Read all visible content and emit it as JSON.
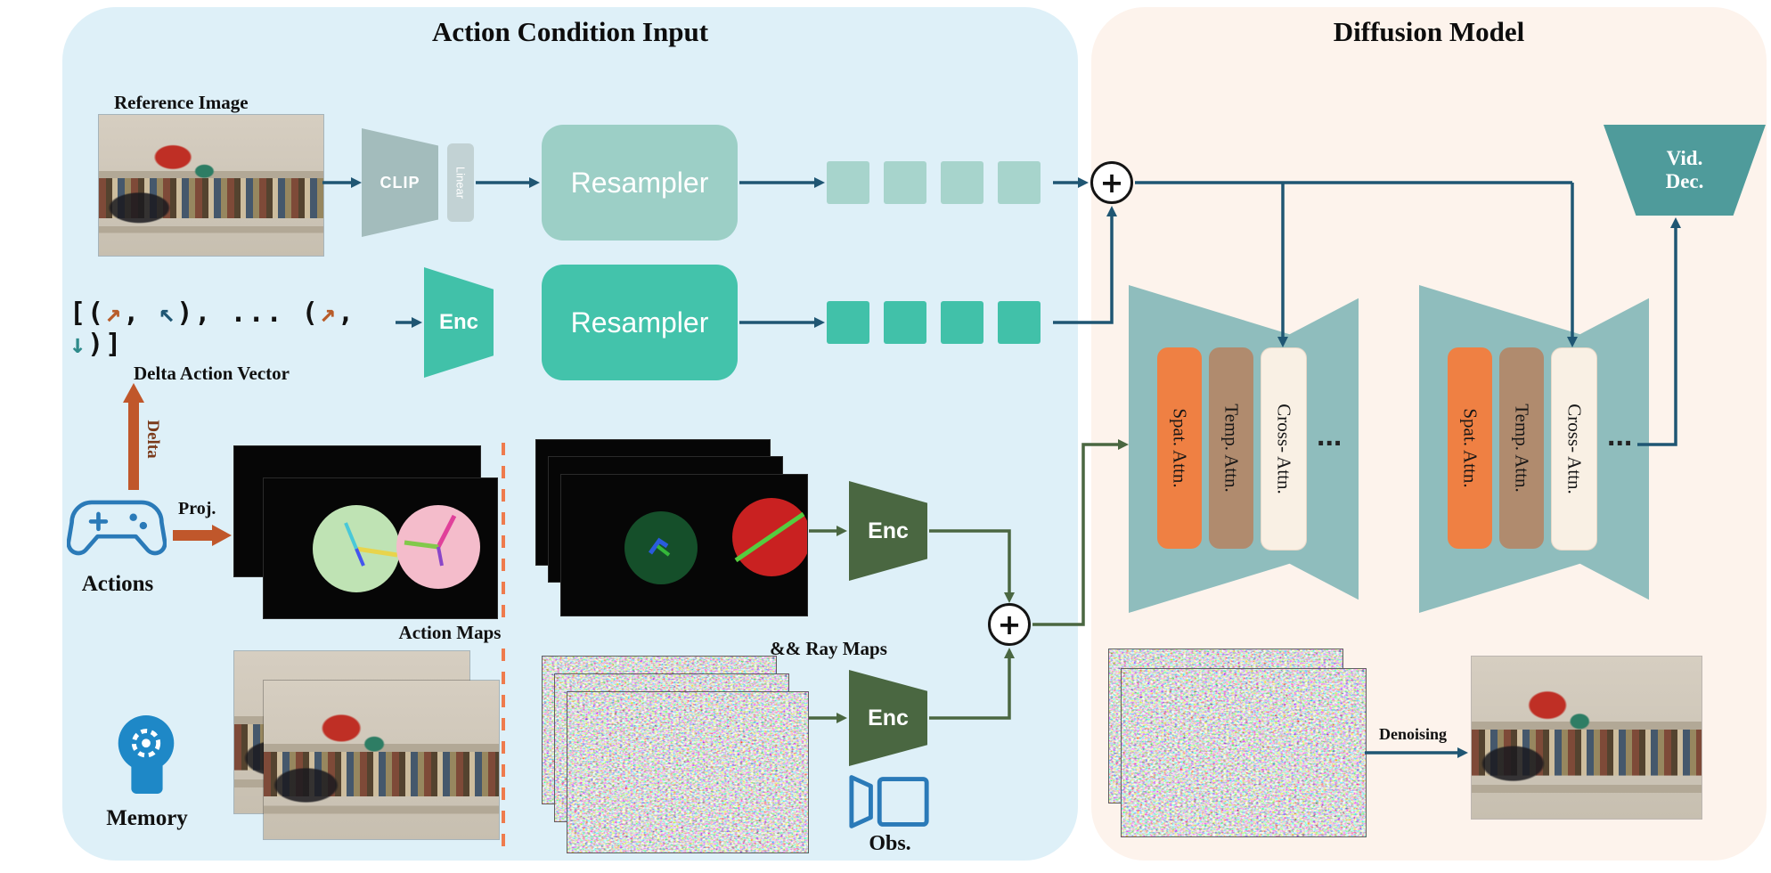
{
  "left_panel": {
    "title": "Action Condition Input",
    "reference_image_label": "Reference Image",
    "clip": "CLIP",
    "linear": "Linear",
    "resampler_image": "Resampler",
    "delta_vector_label": "Delta Action Vector",
    "delta_vector_segments": [
      {
        "t": "[(",
        "c": "#111111"
      },
      {
        "t": "↗",
        "c": "#b85c2a"
      },
      {
        "t": ", ",
        "c": "#111111"
      },
      {
        "t": "↖",
        "c": "#1f5673"
      },
      {
        "t": "), ... (",
        "c": "#111111"
      },
      {
        "t": "↗",
        "c": "#b85c2a"
      },
      {
        "t": ", ",
        "c": "#111111"
      },
      {
        "t": "↓",
        "c": "#2e8b8b"
      },
      {
        "t": ")]",
        "c": "#111111"
      }
    ],
    "enc_action": "Enc",
    "resampler_action": "Resampler",
    "delta_label": "Delta",
    "actions_label": "Actions",
    "proj_label": "Proj.",
    "action_maps_label": "Action Maps",
    "ray_maps_label": "&& Ray Maps",
    "enc_action_maps": "Enc",
    "memory_label": "Memory",
    "enc_obs": "Enc",
    "obs_label": "Obs.",
    "plus": "+"
  },
  "right_panel": {
    "title": "Diffusion Model",
    "plus": "+",
    "vid_dec_line1": "Vid.",
    "vid_dec_line2": "Dec.",
    "attn": {
      "spat": "Spat. Attn.",
      "temp": "Temp. Attn.",
      "cross": "Cross- Attn."
    },
    "dots": "...",
    "denoising_label": "Denoising"
  },
  "colors": {
    "panel_left_bg": "#def0f8",
    "panel_right_bg": "#fdf3ec",
    "teal_block": "#41c1a9",
    "light_teal_block": "#9ccfc6",
    "dark_green": "#4a6741",
    "blue_arrow": "#1f5673",
    "orange_arrow": "#c0572b",
    "unet_body": "#8fbdbd",
    "spat_attn": "#ef8043",
    "temp_attn": "#b08b6e",
    "cross_attn": "#f9f0e4",
    "vid_dec": "#4f9b9b",
    "icon_blue": "#2a7ab8"
  }
}
